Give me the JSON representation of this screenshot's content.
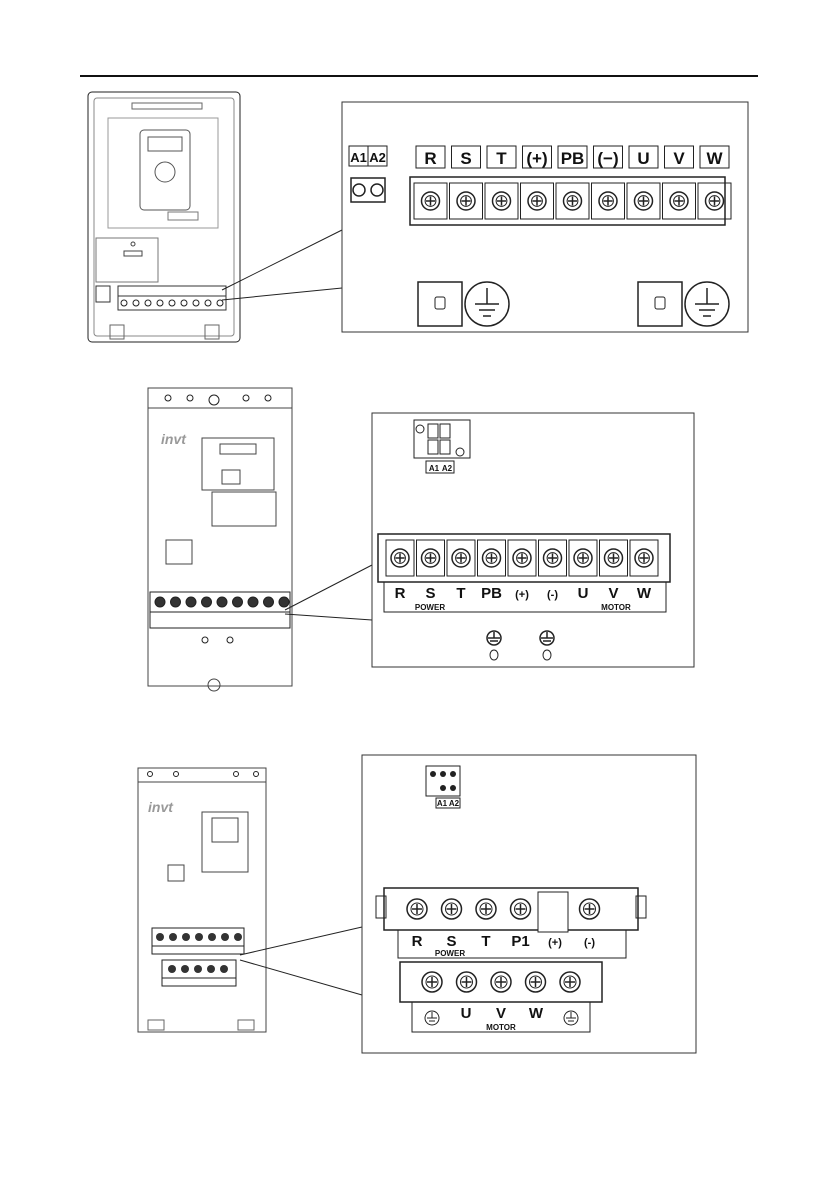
{
  "figure1": {
    "control_terminals": [
      "A1",
      "A2"
    ],
    "main_terminals": [
      "R",
      "S",
      "T",
      "(+)",
      "PB",
      "(−)",
      "U",
      "V",
      "W"
    ]
  },
  "figure2": {
    "control_terminals": [
      "A1",
      "A2"
    ],
    "main_terminals": [
      "R",
      "S",
      "T",
      "PB",
      "(+)",
      "(-)",
      "U",
      "V",
      "W"
    ],
    "groups": [
      "POWER",
      "MOTOR"
    ],
    "brand": "invt"
  },
  "figure3": {
    "control_terminals": [
      "A1",
      "A2"
    ],
    "upper_terminals": [
      "R",
      "S",
      "T",
      "P1",
      "(+)",
      "(-)"
    ],
    "lower_terminals": [
      "U",
      "V",
      "W"
    ],
    "groups": [
      "POWER",
      "MOTOR"
    ],
    "brand": "invt"
  }
}
